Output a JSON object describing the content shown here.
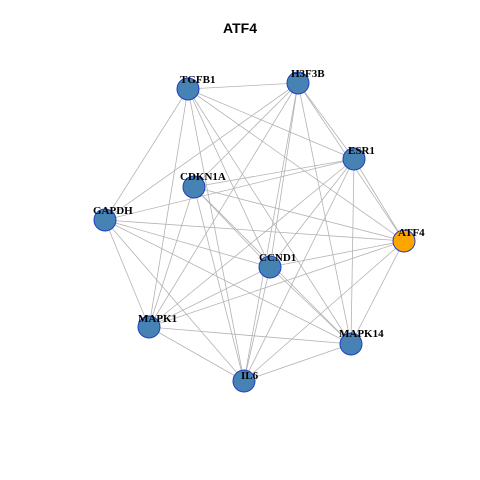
{
  "title": "ATF4",
  "colors": {
    "default_node": "#4682b4",
    "highlight_node": "#ffa500",
    "edge": "#b3b3b3",
    "node_border": "#1f3fbf"
  },
  "nodes": [
    {
      "id": "TGFB1",
      "label": "TGFB1",
      "highlight": false
    },
    {
      "id": "H3F3B",
      "label": "H3F3B",
      "highlight": false
    },
    {
      "id": "ESR1",
      "label": "ESR1",
      "highlight": false
    },
    {
      "id": "CDKN1A",
      "label": "CDKN1A",
      "highlight": false
    },
    {
      "id": "GAPDH",
      "label": "GAPDH",
      "highlight": false
    },
    {
      "id": "ATF4",
      "label": "ATF4",
      "highlight": true
    },
    {
      "id": "CCND1",
      "label": "CCND1",
      "highlight": false
    },
    {
      "id": "MAPK1",
      "label": "MAPK1",
      "highlight": false
    },
    {
      "id": "MAPK14",
      "label": "MAPK14",
      "highlight": false
    },
    {
      "id": "IL6",
      "label": "IL6",
      "highlight": false
    }
  ],
  "edges": [
    [
      "TGFB1",
      "H3F3B"
    ],
    [
      "TGFB1",
      "ESR1"
    ],
    [
      "TGFB1",
      "GAPDH"
    ],
    [
      "TGFB1",
      "ATF4"
    ],
    [
      "TGFB1",
      "CCND1"
    ],
    [
      "TGFB1",
      "MAPK1"
    ],
    [
      "TGFB1",
      "MAPK14"
    ],
    [
      "TGFB1",
      "IL6"
    ],
    [
      "H3F3B",
      "ESR1"
    ],
    [
      "H3F3B",
      "CDKN1A"
    ],
    [
      "H3F3B",
      "GAPDH"
    ],
    [
      "H3F3B",
      "ATF4"
    ],
    [
      "H3F3B",
      "CCND1"
    ],
    [
      "H3F3B",
      "MAPK1"
    ],
    [
      "H3F3B",
      "MAPK14"
    ],
    [
      "H3F3B",
      "IL6"
    ],
    [
      "ESR1",
      "CDKN1A"
    ],
    [
      "ESR1",
      "GAPDH"
    ],
    [
      "ESR1",
      "ATF4"
    ],
    [
      "ESR1",
      "CCND1"
    ],
    [
      "ESR1",
      "MAPK1"
    ],
    [
      "ESR1",
      "MAPK14"
    ],
    [
      "ESR1",
      "IL6"
    ],
    [
      "CDKN1A",
      "ATF4"
    ],
    [
      "CDKN1A",
      "CCND1"
    ],
    [
      "CDKN1A",
      "MAPK1"
    ],
    [
      "CDKN1A",
      "MAPK14"
    ],
    [
      "CDKN1A",
      "IL6"
    ],
    [
      "GAPDH",
      "ATF4"
    ],
    [
      "GAPDH",
      "CCND1"
    ],
    [
      "GAPDH",
      "MAPK1"
    ],
    [
      "GAPDH",
      "MAPK14"
    ],
    [
      "GAPDH",
      "IL6"
    ],
    [
      "ATF4",
      "CCND1"
    ],
    [
      "ATF4",
      "MAPK1"
    ],
    [
      "ATF4",
      "MAPK14"
    ],
    [
      "ATF4",
      "IL6"
    ],
    [
      "CCND1",
      "MAPK1"
    ],
    [
      "CCND1",
      "MAPK14"
    ],
    [
      "CCND1",
      "IL6"
    ],
    [
      "MAPK1",
      "MAPK14"
    ],
    [
      "MAPK1",
      "IL6"
    ],
    [
      "MAPK14",
      "IL6"
    ]
  ]
}
